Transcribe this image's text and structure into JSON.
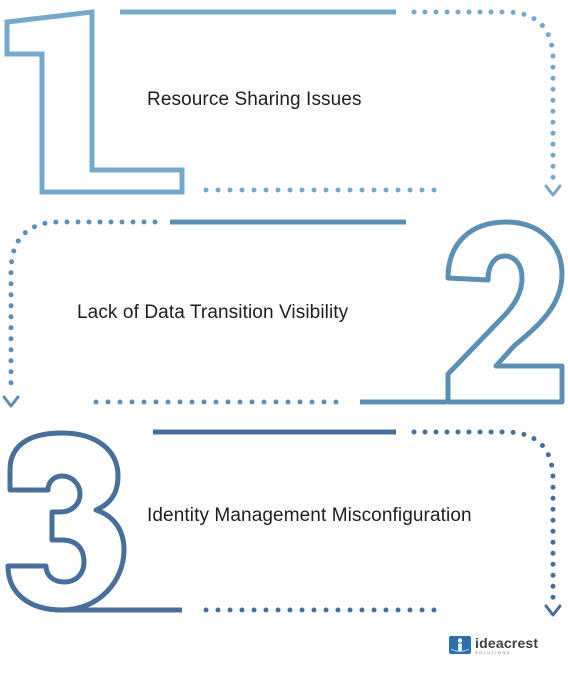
{
  "steps": [
    {
      "number": "1",
      "label": "Resource Sharing Issues"
    },
    {
      "number": "2",
      "label": "Lack of Data Transition Visibility"
    },
    {
      "number": "3",
      "label": "Identity Management Misconfiguration"
    }
  ],
  "logo": {
    "name": "ideacrest",
    "tagline": "SOLUTIONS",
    "icon": "ideacrest-logo-icon"
  },
  "colors": {
    "step1": "#74a9cc",
    "step2": "#5d8fb5",
    "step3": "#486f9c",
    "logo_blue": "#2f6db5",
    "text": "#1f1f1f"
  }
}
